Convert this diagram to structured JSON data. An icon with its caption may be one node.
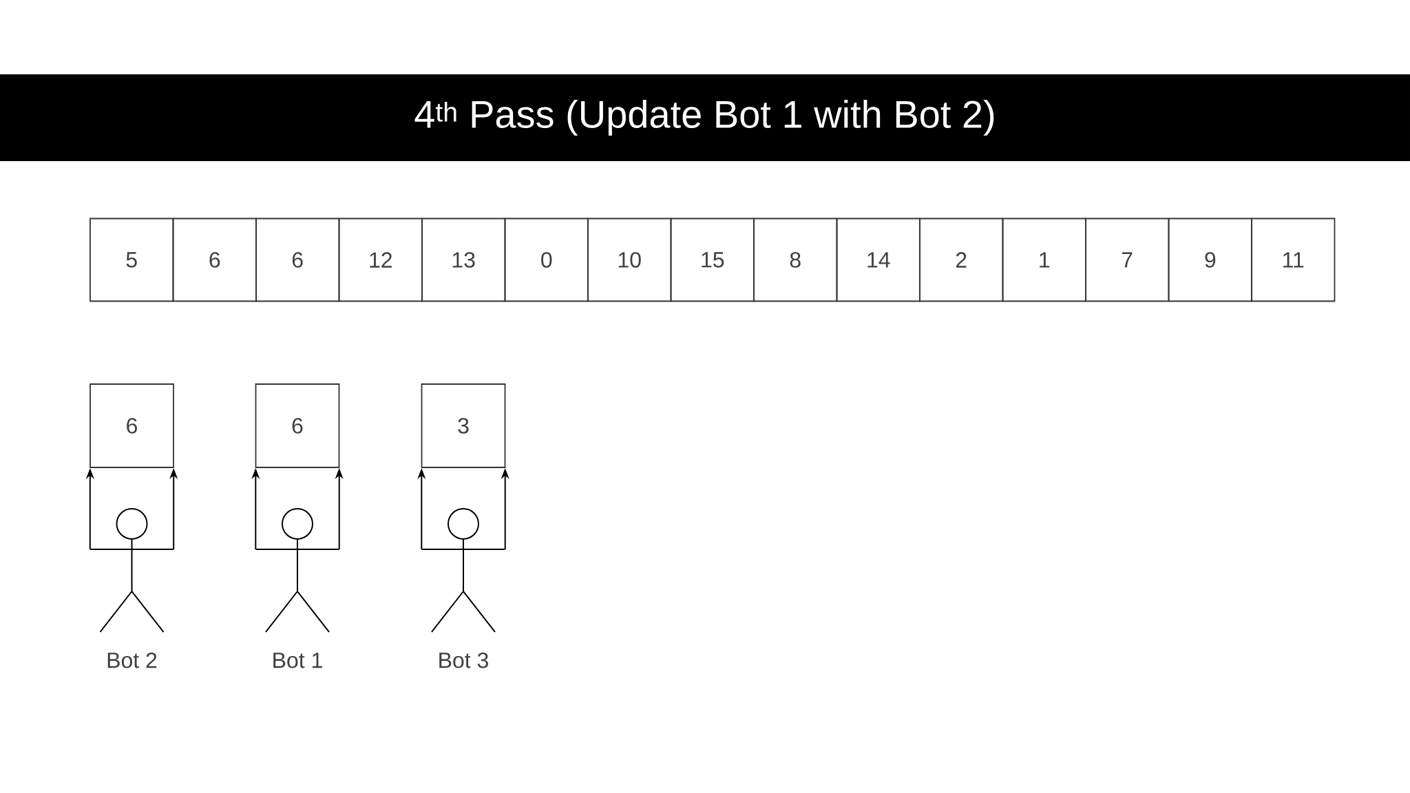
{
  "diagram": {
    "title": "4$^{th}$ Pass (Update Bot 1 with Bot 2)",
    "nodes": [
      {
        "text": [
          "5"
        ]
      },
      {
        "text": [
          "6"
        ]
      },
      {
        "text": [
          "6"
        ]
      },
      {
        "text": [
          "12"
        ]
      },
      {
        "text": [
          "13"
        ]
      },
      {
        "text": [
          "0"
        ]
      },
      {
        "text": [
          "10"
        ]
      },
      {
        "text": [
          "15"
        ]
      },
      {
        "text": [
          "8"
        ]
      },
      {
        "text": [
          "14"
        ]
      },
      {
        "text": [
          "2"
        ]
      },
      {
        "text": [
          "1"
        ]
      },
      {
        "text": [
          "7"
        ]
      },
      {
        "text": [
          "9"
        ]
      },
      {
        "text": [
          "11"
        ]
      },
      {
        "text": [
          "6"
        ]
      },
      {
        "text": [
          "6"
        ]
      },
      {
        "text": [
          "3"
        ]
      },
      {
        "text": [
          "Bot 2"
        ]
      },
      {
        "text": [
          "Bot 1"
        ]
      },
      {
        "text": [
          "Bot 3"
        ]
      }
    ],
    "edges": [
      {
        "from": 18,
        "to": 15,
        "arrow": "to"
      },
      {
        "from": 18,
        "to": 15,
        "arrow": "to"
      },
      {
        "from": 19,
        "to": 16,
        "arrow": "to"
      },
      {
        "from": 19,
        "to": 16,
        "arrow": "to"
      },
      {
        "from": 20,
        "to": 17,
        "arrow": "to"
      },
      {
        "from": 20,
        "to": 17,
        "arrow": "to"
      }
    ]
  }
}
